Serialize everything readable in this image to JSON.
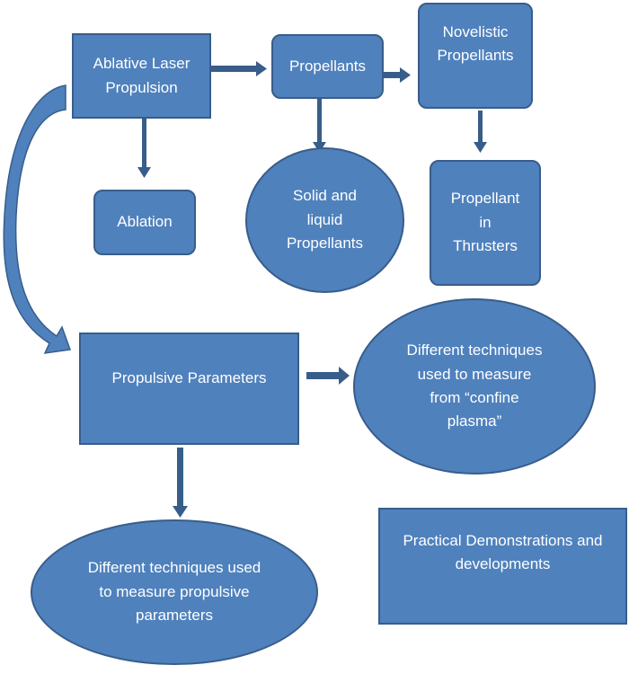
{
  "diagram": {
    "title": "Ablative Laser Propulsion overview",
    "colors": {
      "fill": "#4f81bd",
      "border": "#385d8a",
      "text": "#ffffff",
      "background": "#ffffff"
    },
    "nodes": {
      "ablative_laser_propulsion": {
        "label": "Ablative Laser\nPropulsion",
        "shape": "rectangle"
      },
      "propellants": {
        "label": "Propellants",
        "shape": "rounded-rectangle"
      },
      "novelistic_propellants": {
        "label": "Novelistic\nPropellants",
        "shape": "rounded-rectangle"
      },
      "ablation": {
        "label": "Ablation",
        "shape": "rounded-rectangle"
      },
      "solid_liquid_propellants": {
        "label": "Solid and\nliquid\nPropellants",
        "shape": "ellipse"
      },
      "propellant_in_thrusters": {
        "label": "Propellant\nin\nThrusters",
        "shape": "rounded-rectangle"
      },
      "propulsive_parameters": {
        "label": "Propulsive Parameters",
        "shape": "rectangle"
      },
      "confine_plasma_techniques": {
        "label": "Different techniques\nused to measure\nfrom “confine\nplasma”",
        "shape": "ellipse"
      },
      "propulsive_measure_techniques": {
        "label": "Different techniques used\nto measure propulsive\nparameters",
        "shape": "ellipse"
      },
      "practical_demonstrations": {
        "label": "Practical Demonstrations and\ndevelopments",
        "shape": "rectangle"
      }
    },
    "edges": [
      {
        "from": "ablative_laser_propulsion",
        "to": "propellants",
        "type": "straight-arrow"
      },
      {
        "from": "propellants",
        "to": "novelistic_propellants",
        "type": "straight-arrow"
      },
      {
        "from": "ablative_laser_propulsion",
        "to": "ablation",
        "type": "straight-arrow"
      },
      {
        "from": "propellants",
        "to": "solid_liquid_propellants",
        "type": "straight-arrow"
      },
      {
        "from": "novelistic_propellants",
        "to": "propellant_in_thrusters",
        "type": "straight-arrow"
      },
      {
        "from": "ablative_laser_propulsion",
        "to": "propulsive_parameters",
        "type": "curved-block-arrow"
      },
      {
        "from": "propulsive_parameters",
        "to": "confine_plasma_techniques",
        "type": "straight-arrow"
      },
      {
        "from": "propulsive_parameters",
        "to": "propulsive_measure_techniques",
        "type": "straight-arrow"
      }
    ]
  }
}
